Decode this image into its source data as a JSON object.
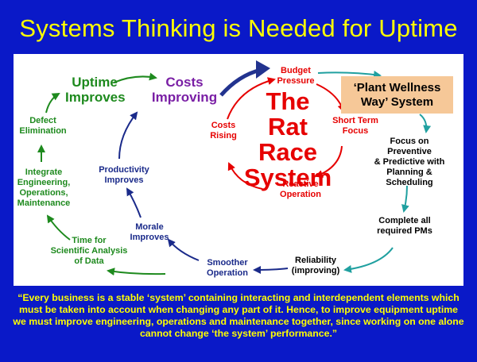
{
  "title": "Systems Thinking is Needed for Uptime",
  "nodes": {
    "uptime_improves": "Uptime\nImproves",
    "costs_improving": "Costs\nImproving",
    "defect_elimination": "Defect\nElimination",
    "integrate": "Integrate\nEngineering,\nOperations,\nMaintenance",
    "time_for_analysis": "Time for\nScientific Analysis\nof Data",
    "productivity_improves": "Productivity\nImproves",
    "morale_improves": "Morale\nImproves",
    "smoother_operation": "Smoother\nOperation",
    "reliability": "Reliability\n(improving)",
    "complete_pms": "Complete all\nrequired PMs",
    "focus_preventive": "Focus on Preventive\n& Predictive with\nPlanning &\nScheduling",
    "plant_wellness": "‘Plant Wellness\nWay’ System",
    "budget_pressure": "Budget\nPressure",
    "short_term_focus": "Short Term\nFocus",
    "reactive_operation": "Reactive\nOperation",
    "costs_rising": "Costs\nRising",
    "rat_race": "The Rat\nRace\nSystem"
  },
  "quote": "“Every business is a stable ‘system’ containing interacting and interdependent elements which must be taken into account when changing any part of it.  Hence, to improve equipment uptime we must improve engineering, operations and maintenance together, since working on one alone cannot change ‘the system’ performance.”",
  "colors": {
    "background": "#0a19c8",
    "title": "#ffff00",
    "green": "#1e8a1e",
    "navy": "#1a2a8a",
    "red": "#e60000",
    "teal": "#20a0a0",
    "purple": "#7a1fa5",
    "box": "#f6c898"
  }
}
